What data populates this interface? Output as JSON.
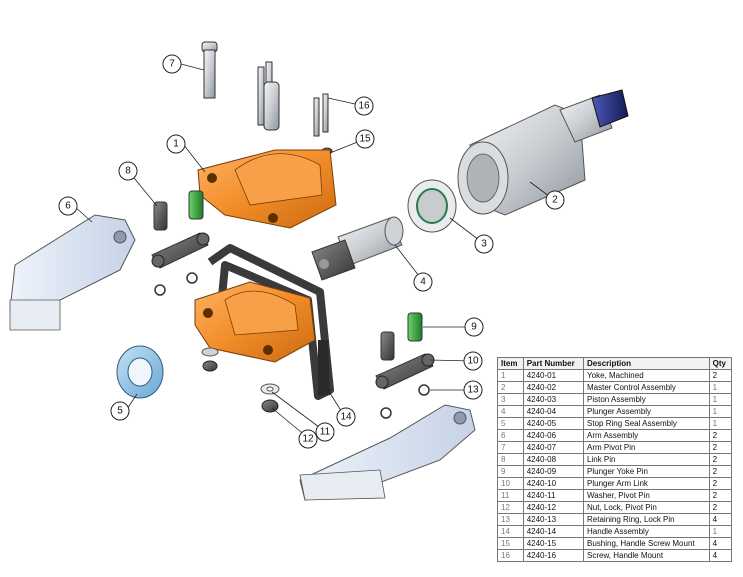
{
  "callouts": {
    "c1": "1",
    "c2": "2",
    "c3": "3",
    "c4": "4",
    "c5": "5",
    "c6": "6",
    "c7": "7",
    "c8": "8",
    "c9": "9",
    "c10": "10",
    "c11": "11",
    "c12": "12",
    "c13": "13",
    "c14": "14",
    "c15": "15",
    "c16": "16"
  },
  "colors": {
    "orange": "#f28c28",
    "green": "#2e9e3a",
    "blue_part": "#8ec3e6",
    "blue_handle": "#26307a",
    "steel": "#c8cdd2",
    "dark": "#4a4a4a"
  },
  "parts_table": {
    "headers": {
      "item": "Item",
      "part": "Part Number",
      "desc": "Description",
      "qty": "Qty"
    },
    "rows": [
      {
        "item": "1",
        "part": "4240-01",
        "desc": "Yoke, Machined",
        "qty": "2"
      },
      {
        "item": "2",
        "part": "4240-02",
        "desc": "Master Control Assembly",
        "qty": "1"
      },
      {
        "item": "3",
        "part": "4240-03",
        "desc": "Piston Assembly",
        "qty": "1"
      },
      {
        "item": "4",
        "part": "4240-04",
        "desc": "Plunger Assembly",
        "qty": "1"
      },
      {
        "item": "5",
        "part": "4240-05",
        "desc": "Stop Ring Seal Assembly",
        "qty": "1"
      },
      {
        "item": "6",
        "part": "4240-06",
        "desc": "Arm Assembly",
        "qty": "2"
      },
      {
        "item": "7",
        "part": "4240-07",
        "desc": "Arm Pivot Pin",
        "qty": "2"
      },
      {
        "item": "8",
        "part": "4240-08",
        "desc": "Link Pin",
        "qty": "2"
      },
      {
        "item": "9",
        "part": "4240-09",
        "desc": "Plunger Yoke Pin",
        "qty": "2"
      },
      {
        "item": "10",
        "part": "4240-10",
        "desc": "Plunger Arm Link",
        "qty": "2"
      },
      {
        "item": "11",
        "part": "4240-11",
        "desc": "Washer, Pivot Pin",
        "qty": "2"
      },
      {
        "item": "12",
        "part": "4240-12",
        "desc": "Nut, Lock, Pivot Pin",
        "qty": "2"
      },
      {
        "item": "13",
        "part": "4240-13",
        "desc": "Retaining Ring, Lock Pin",
        "qty": "4"
      },
      {
        "item": "14",
        "part": "4240-14",
        "desc": "Handle Assembly",
        "qty": "1"
      },
      {
        "item": "15",
        "part": "4240-15",
        "desc": "Bushing, Handle Screw Mount",
        "qty": "4"
      },
      {
        "item": "16",
        "part": "4240-16",
        "desc": "Screw, Handle Mount",
        "qty": "4"
      }
    ]
  }
}
